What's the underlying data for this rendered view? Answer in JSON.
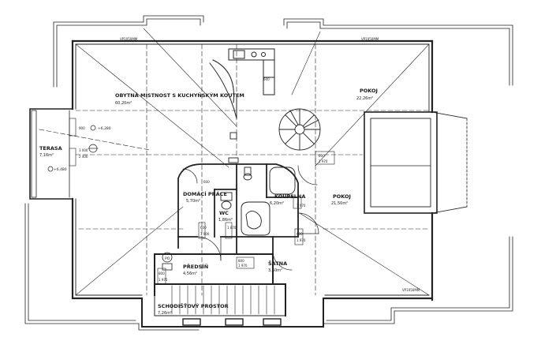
{
  "rooms": [
    {
      "id": "obytna",
      "name": "OBYTNÁ MÍSTNOST S KUCHYŇSKÝM KOUTEM",
      "area": "60,20m²"
    },
    {
      "id": "pokoj1",
      "name": "POKOJ",
      "area": "22,26m²"
    },
    {
      "id": "terasa",
      "name": "TERASA",
      "area": "7,16m²"
    },
    {
      "id": "domaci",
      "name": "DOMÁCÍ PRÁCE",
      "area": "5,70m²"
    },
    {
      "id": "wc",
      "name": "WC",
      "area": "1,86m²"
    },
    {
      "id": "koupelna",
      "name": "KOUPELNA",
      "area": "6,20m²"
    },
    {
      "id": "pokoj2",
      "name": "POKOJ",
      "area": "21,50m²"
    },
    {
      "id": "predsin",
      "name": "PŘEDSÍŇ",
      "area": "4,56m²"
    },
    {
      "id": "satna",
      "name": "ŠATNA",
      "area": "3,60m²"
    },
    {
      "id": "schod",
      "name": "SCHODIŠŤOVÝ PROSTOR",
      "area": "7,26m²"
    }
  ],
  "marks": {
    "vp_top_left": "VP1050MM",
    "vp_top_right": "VP1050MM",
    "vp_bottom_right": "VP1050MM",
    "po": "PO",
    "level_upper": "+6,280",
    "level_lower": "+6,480"
  },
  "dims": {
    "d_900": "900",
    "d_3000": "3 000",
    "d_2400": "2 400",
    "d_600a": "600",
    "d_600b": "600",
    "d_1970a": "1 970",
    "d_1970b": "1 970",
    "d_1970c": "1 970",
    "d_800": "800",
    "d_1870": "1 870",
    "d_600c": "600",
    "d_1900": "1 900",
    "d_600d": "600",
    "d_1970d": "1 970",
    "d_800b": "800",
    "d_600e": "600",
    "d_1970e": "1 970"
  }
}
